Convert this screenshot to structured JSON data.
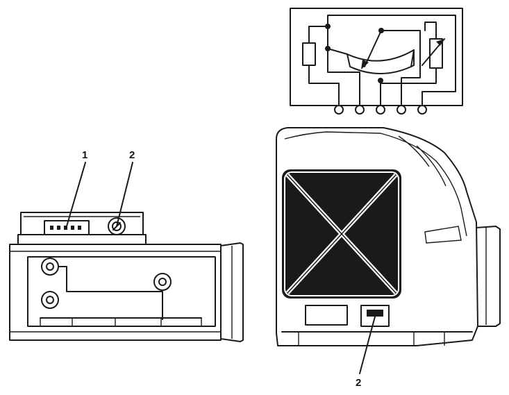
{
  "callouts": {
    "connector_label": "1",
    "screw_label_side": "2",
    "screw_label_front": "2"
  },
  "colors": {
    "ink": "#1a1a1a",
    "paper": "#ffffff"
  }
}
